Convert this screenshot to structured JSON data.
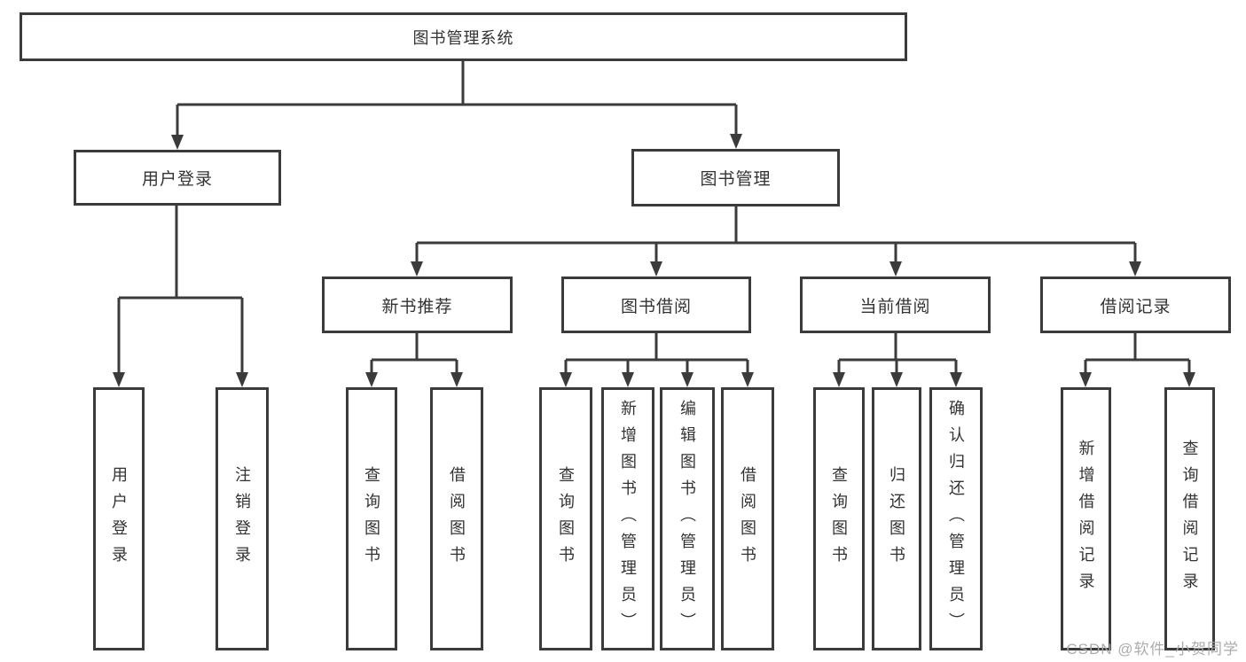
{
  "diagram": {
    "root": {
      "label": "图书管理系统"
    },
    "level2": {
      "user_login": {
        "label": "用户登录"
      },
      "book_management": {
        "label": "图书管理"
      }
    },
    "level3": {
      "new_book_recommend": {
        "label": "新书推荐"
      },
      "book_borrow": {
        "label": "图书借阅"
      },
      "current_borrow": {
        "label": "当前借阅"
      },
      "borrow_records": {
        "label": "借阅记录"
      }
    },
    "leaves": {
      "user_login": [
        "用户登录",
        "注销登录"
      ],
      "new_book_recommend": [
        "查询图书",
        "借阅图书"
      ],
      "book_borrow": [
        "查询图书",
        "新增图书（管理员）",
        "编辑图书（管理员）",
        "借阅图书"
      ],
      "current_borrow": [
        "查询图书",
        "归还图书",
        "确认归还（管理员）"
      ],
      "borrow_records": [
        "新增借阅记录",
        "查询借阅记录"
      ]
    },
    "watermark": "CSDN @软件_小贺同学",
    "colors": {
      "line": "#3b3b3b",
      "text": "#333333",
      "watermark": "#a8a8a8",
      "background": "#ffffff"
    }
  }
}
